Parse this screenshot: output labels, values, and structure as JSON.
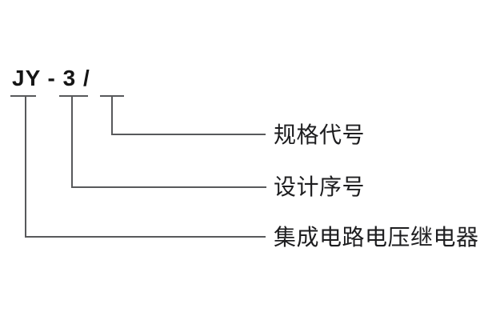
{
  "diagram": {
    "model_code": "JY - 3 /",
    "annotations": [
      {
        "id": "spec-code",
        "label": "规格代号"
      },
      {
        "id": "design-serial",
        "label": "设计序号"
      },
      {
        "id": "product-type",
        "label": "集成电路电压继电器"
      }
    ],
    "colors": {
      "line": "#58595b",
      "code_text": "#151515",
      "label_text": "#1d1d1f",
      "background": "#ffffff"
    }
  }
}
